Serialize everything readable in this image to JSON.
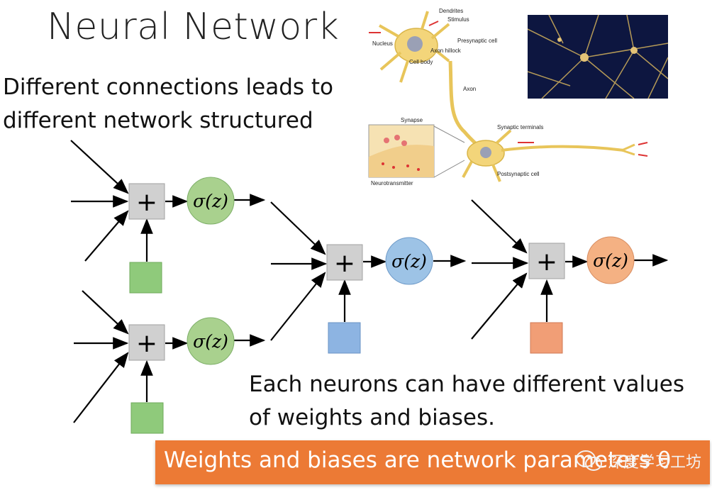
{
  "slide": {
    "title": "Neural Network",
    "subtitle": "Different connections leads to\ndifferent network structured",
    "caption": "Each neurons can have different values\nof weights and biases.",
    "banner": "Weights and biases are network parameters θ",
    "watermark": "深度学习工坊"
  },
  "neuron_diagram": {
    "labels": {
      "dendrites": "Dendrites",
      "stimulus": "Stimulus",
      "nucleus": "Nucleus",
      "axon_hillock": "Axon hillock",
      "presynaptic_cell": "Presynaptic cell",
      "cell_body": "Cell body",
      "axon": "Axon",
      "synapse": "Synapse",
      "synaptic_terminals": "Synaptic terminals",
      "postsynaptic_cell": "Postsynaptic cell",
      "neurotransmitter": "Neurotransmitter"
    }
  },
  "network": {
    "sum_symbol": "+",
    "activation_label": "σ(z)",
    "colors": {
      "green_circle": "#a9d18e",
      "green_square": "#8fca7b",
      "blue_circle": "#9dc3e6",
      "blue_square": "#8db4e2",
      "orange_circle": "#f4b183",
      "orange_square": "#f19e76",
      "sum_box": "#d0d0d0"
    }
  },
  "colors": {
    "banner": "#ec7a35",
    "banner_text": "#ffffff"
  }
}
